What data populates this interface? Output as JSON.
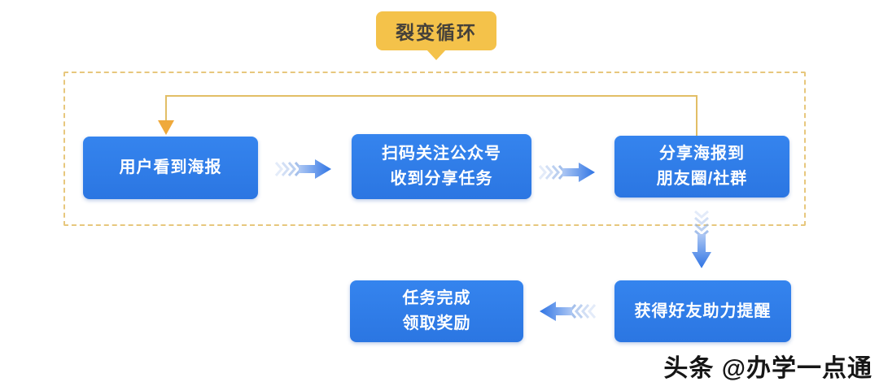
{
  "title": {
    "label": "裂变循环"
  },
  "flow": {
    "boxes": [
      {
        "id": "user-sees-poster",
        "lines": [
          "用户看到海报"
        ]
      },
      {
        "id": "scan-follow-task",
        "lines": [
          "扫码关注公众号",
          "收到分享任务"
        ]
      },
      {
        "id": "share-poster",
        "lines": [
          "分享海报到",
          "朋友圈/社群"
        ]
      },
      {
        "id": "boost-reminder",
        "lines": [
          "获得好友助力提醒"
        ]
      },
      {
        "id": "task-complete",
        "lines": [
          "任务完成",
          "领取奖励"
        ]
      }
    ]
  },
  "icons": {
    "flow_arrow_right": "striped-chevron-arrow-right",
    "flow_arrow_down": "striped-chevron-arrow-down",
    "flow_arrow_left": "striped-chevron-arrow-left",
    "loop_arrowhead": "triangle-down ▼",
    "title_pointer": "triangle-down speech-bubble-tail"
  },
  "colors": {
    "box_blue": "#2E7BE8",
    "box_text": "#FFFFFF",
    "title_yellow": "#F4C24A",
    "title_text": "#45413A",
    "dashed_border": "#E7C77D",
    "loop_line": "#E2BE66",
    "loop_arrowhead": "#EFA93B",
    "watermark_text": "#161616",
    "background": "#FFFFFF"
  },
  "watermark": {
    "label": "头条 @办学一点通"
  }
}
